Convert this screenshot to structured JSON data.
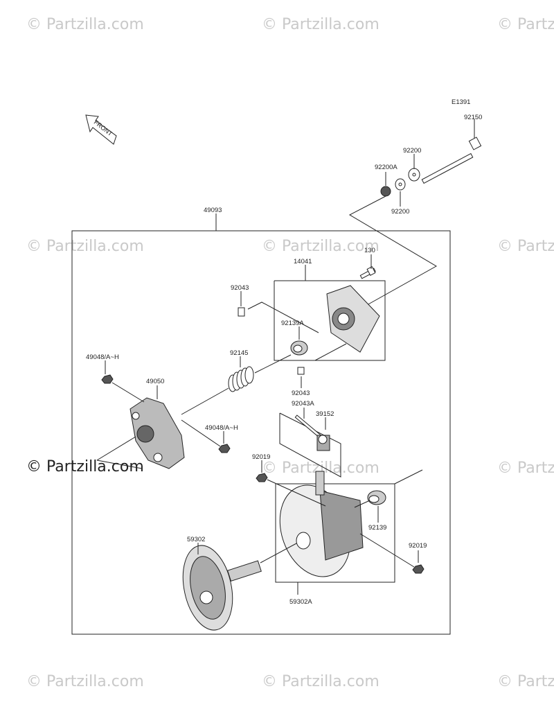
{
  "diagram": {
    "code": "E1391",
    "front_label": "FRONT",
    "watermark": "© Partzilla.com",
    "callouts": {
      "p92150": "92150",
      "p92200_top": "92200",
      "p92200a": "92200A",
      "p92200_bottom": "92200",
      "p49093": "49093",
      "p130": "130",
      "p14041": "14041",
      "p92043_top": "92043",
      "p92139a": "92139A",
      "p49048_left": "49048/A~H",
      "p92145": "92145",
      "p49050": "49050",
      "p92043_mid": "92043",
      "p92043a": "92043A",
      "p39152": "39152",
      "p49048_right": "49048/A~H",
      "p92019_left": "92019",
      "p92139": "92139",
      "p92019_right": "92019",
      "p59302": "59302",
      "p59302a": "59302A"
    }
  }
}
